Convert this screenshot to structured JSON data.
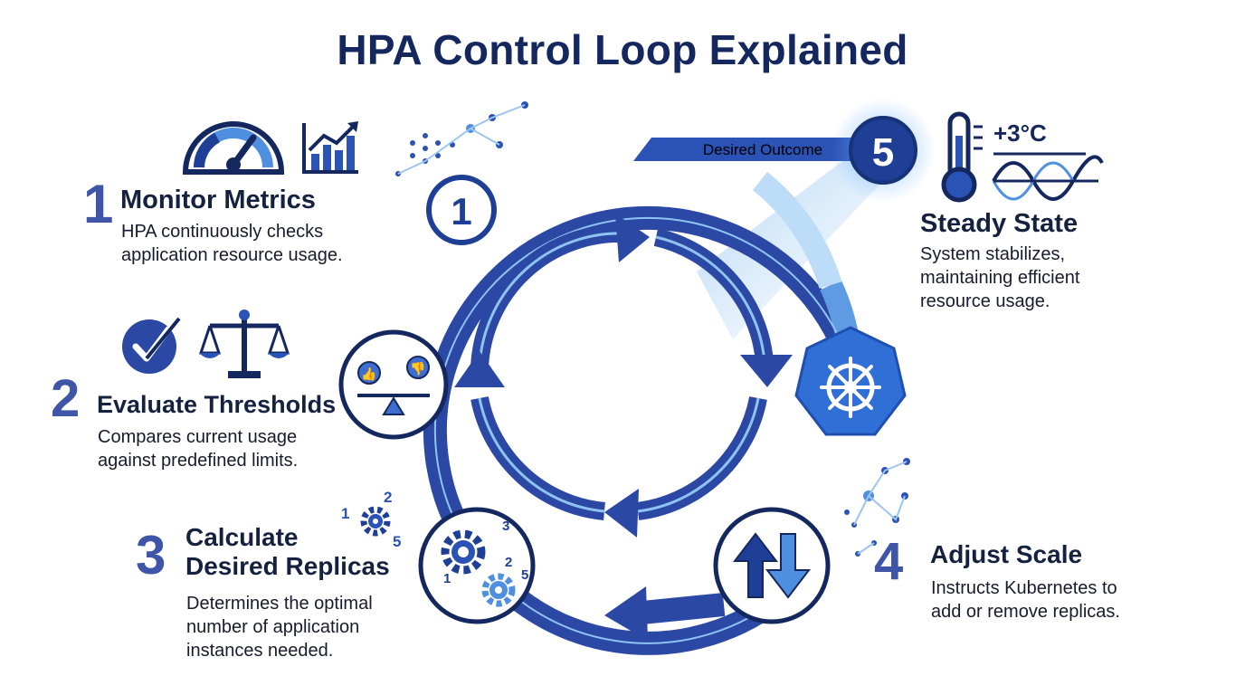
{
  "title": "HPA Control Loop Explained",
  "colors": {
    "navy": "#1f3f96",
    "dark_navy": "#14285f",
    "light_blue": "#4e8fe0",
    "pale_blue": "#cfe4f8",
    "accent_number": "#3e55a8"
  },
  "badges": {
    "step1": "1",
    "step5": "5"
  },
  "outcome_label": "Desired Outcome",
  "steps": [
    {
      "number": "1",
      "title": "Monitor Metrics",
      "description_lines": [
        "HPA continuously checks",
        "application resource usage."
      ],
      "icons": [
        "speedometer-icon",
        "bar-chart-icon"
      ]
    },
    {
      "number": "2",
      "title": "Evaluate Thresholds",
      "description_lines": [
        "Compares current usage",
        "against predefined limits."
      ],
      "icons": [
        "checkmark-icon",
        "balance-scale-icon"
      ]
    },
    {
      "number": "3",
      "title_lines": [
        "Calculate",
        "Desired Replicas"
      ],
      "description_lines": [
        "Determines the optimal",
        "number of application",
        "instances needed."
      ],
      "icons": [
        "gears-icon"
      ],
      "icon_digits": [
        "1",
        "2",
        "5"
      ],
      "node_digits": [
        "3",
        "2",
        "5",
        "1"
      ]
    },
    {
      "number": "4",
      "title": "Adjust Scale",
      "description_lines": [
        "Instructs Kubernetes to",
        "add or remove replicas."
      ],
      "icons": [
        "up-down-arrows-icon",
        "kubernetes-helm-icon"
      ]
    },
    {
      "number": "",
      "title": "Steady State",
      "description_lines": [
        "System stabilizes,",
        "maintaining efficient",
        "resource usage."
      ],
      "icons": [
        "thermometer-icon",
        "sine-wave-icon"
      ],
      "temperature": "+3°C"
    }
  ]
}
